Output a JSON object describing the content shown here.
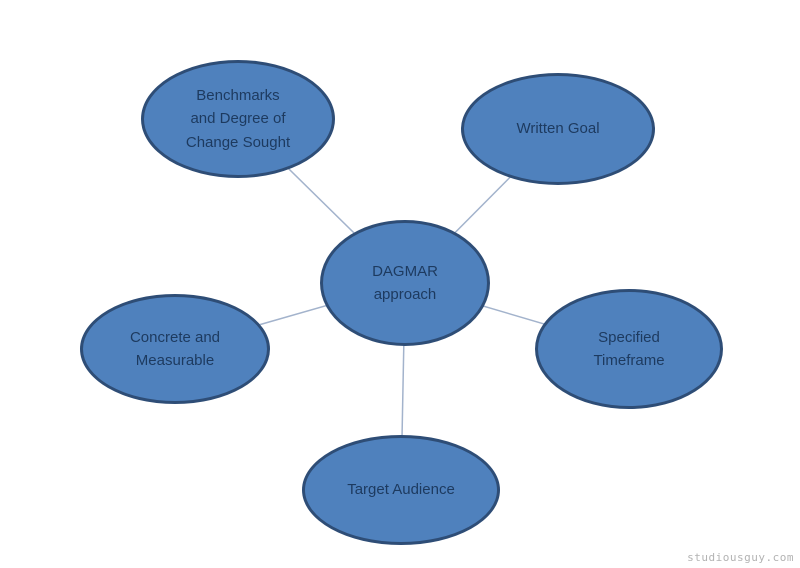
{
  "watermark": "studiousguy.com",
  "diagram": {
    "title": "DAGMAR approach diagram",
    "colors": {
      "node-fill": "#4f81bd",
      "node-border": "#2e4d76",
      "node-text": "#1d3a5f",
      "connector": "#a3b3cc",
      "bg": "#ffffff"
    },
    "center_node": {
      "label": "DAGMAR\napproach"
    },
    "nodes": [
      {
        "id": "benchmarks",
        "label": "Benchmarks\nand Degree of\nChange Sought"
      },
      {
        "id": "written-goal",
        "label": "Written Goal"
      },
      {
        "id": "concrete-measurable",
        "label": "Concrete and\nMeasurable"
      },
      {
        "id": "specified-timeframe",
        "label": "Specified\nTimeframe"
      },
      {
        "id": "target-audience",
        "label": "Target Audience"
      }
    ]
  }
}
